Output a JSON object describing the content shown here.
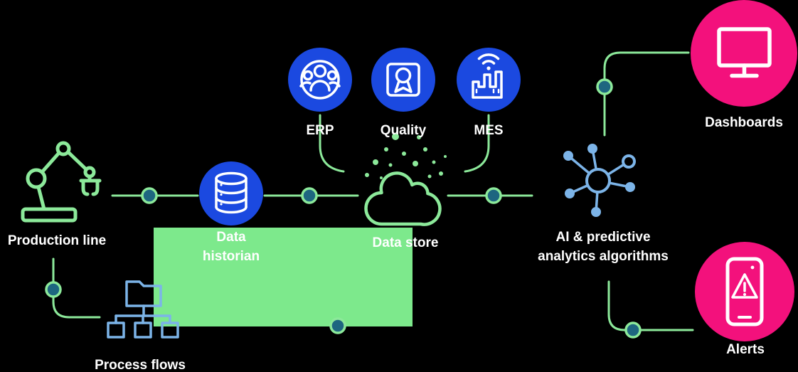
{
  "colors": {
    "background": "#000000",
    "green": "#8CE99A",
    "green_rect": "#7DE98C",
    "blue": "#1B49E0",
    "light_blue": "#7CB4E8",
    "pink": "#F3117C",
    "node_fill": "#1E6680",
    "white": "#FFFFFF"
  },
  "nodes": {
    "production_line": {
      "label": "Production line",
      "icon": "robot-arm-icon"
    },
    "process_flows": {
      "label": "Process flows",
      "icon": "process-flows-icon"
    },
    "data_historian": {
      "lines": [
        "Data",
        "historian"
      ],
      "icon": "database-icon"
    },
    "erp": {
      "label": "ERP",
      "icon": "people-icon"
    },
    "quality": {
      "label": "Quality",
      "icon": "certificate-icon"
    },
    "mes": {
      "label": "MES",
      "icon": "factory-wifi-icon"
    },
    "data_store": {
      "label": "Data store",
      "icon": "cloud-icon"
    },
    "ai": {
      "lines": [
        "AI & predictive",
        "analytics algorithms"
      ],
      "icon": "network-icon"
    },
    "dashboards": {
      "label": "Dashboards",
      "icon": "monitor-icon"
    },
    "alerts": {
      "label": "Alerts",
      "icon": "alert-phone-icon"
    }
  }
}
